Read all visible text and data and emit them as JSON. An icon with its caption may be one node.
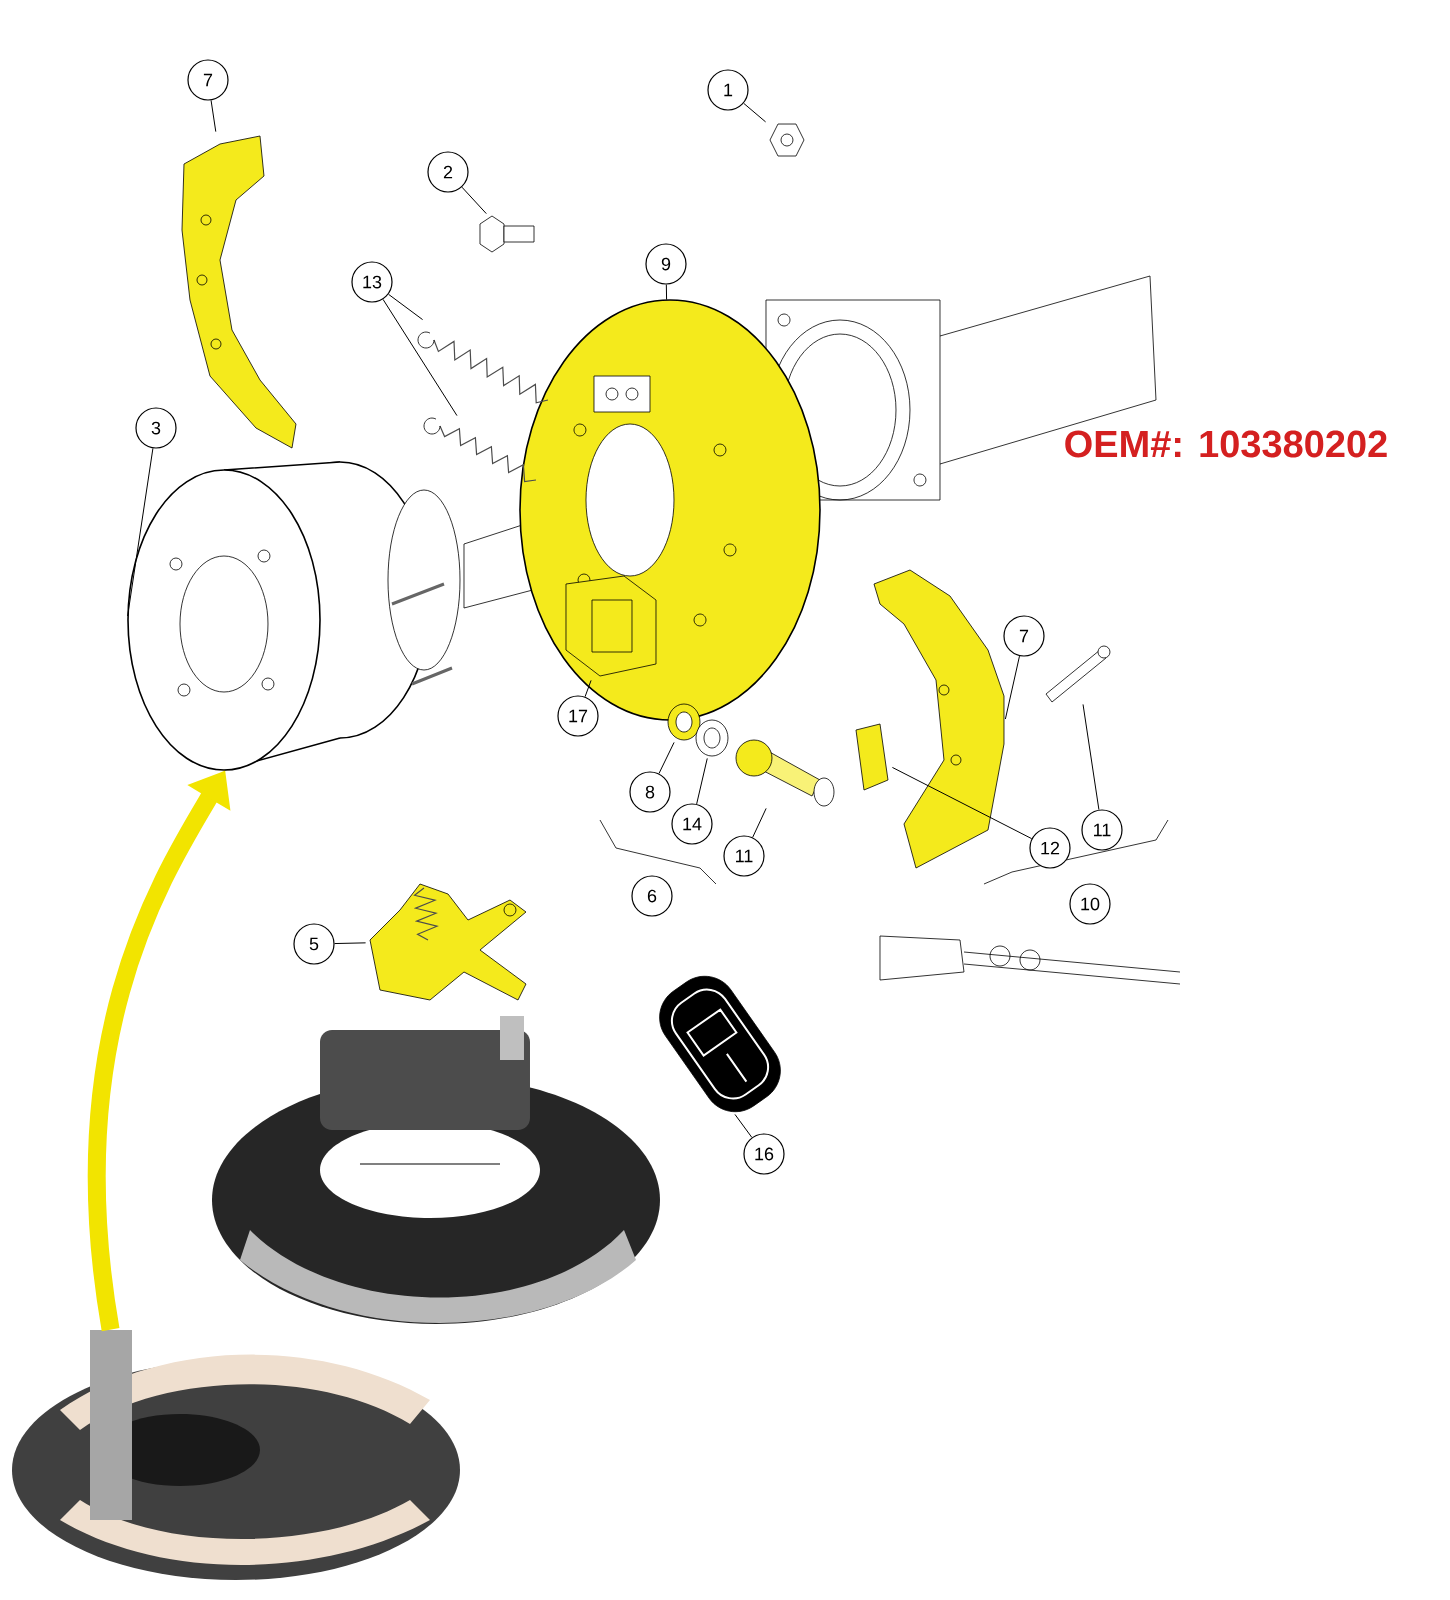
{
  "diagram": {
    "nodes": [
      {
        "text": [
          "1"
        ]
      },
      {
        "text": [],
        "shape": "picture"
      },
      {
        "text": [
          "7"
        ]
      },
      {
        "text": [],
        "shape": "picture"
      },
      {
        "text": [
          "2"
        ]
      },
      {
        "text": [],
        "shape": "picture"
      },
      {
        "text": [
          "9"
        ]
      },
      {
        "text": [],
        "shape": "picture"
      },
      {
        "text": [
          "13"
        ]
      },
      {
        "text": [],
        "shape": "picture"
      },
      {
        "text": [],
        "shape": "picture"
      },
      {
        "text": [
          "3"
        ]
      },
      {
        "text": [],
        "shape": "picture"
      },
      {
        "text": [
          "7"
        ]
      },
      {
        "text": [],
        "shape": "picture"
      },
      {
        "text": [
          "17"
        ]
      },
      {
        "text": [],
        "shape": "picture",
        "in": 7
      },
      {
        "text": [
          "11"
        ]
      },
      {
        "text": [],
        "shape": "picture"
      },
      {
        "text": [
          "8"
        ]
      },
      {
        "text": [],
        "shape": "picture"
      },
      {
        "text": [
          "14"
        ]
      },
      {
        "text": [],
        "shape": "picture"
      },
      {
        "text": [
          "11"
        ]
      },
      {
        "text": [],
        "shape": "picture"
      },
      {
        "text": [
          "12"
        ]
      },
      {
        "text": [],
        "shape": "picture"
      },
      {
        "text": [
          "6"
        ]
      },
      {
        "text": [
          "10"
        ]
      },
      {
        "text": [
          "5"
        ]
      },
      {
        "text": [],
        "shape": "picture"
      },
      {
        "text": [
          "16"
        ]
      },
      {
        "text": [],
        "shape": "picture"
      },
      {
        "text": [],
        "shape": "picture"
      }
    ],
    "edges": [
      {
        "from": 0,
        "to": 1,
        "arrow": "none"
      },
      {
        "from": 2,
        "to": 3,
        "arrow": "none"
      },
      {
        "from": 4,
        "to": 5,
        "arrow": "none"
      },
      {
        "from": 6,
        "to": 7,
        "arrow": "none"
      },
      {
        "from": 8,
        "to": 9,
        "arrow": "none"
      },
      {
        "from": 8,
        "to": 10,
        "arrow": "none"
      },
      {
        "from": 11,
        "to": 12,
        "arrow": "none"
      },
      {
        "from": 13,
        "to": 14,
        "arrow": "none"
      },
      {
        "from": 15,
        "to": 16,
        "arrow": "none"
      },
      {
        "from": 17,
        "to": 18,
        "arrow": "none"
      },
      {
        "from": 19,
        "to": 20,
        "arrow": "none"
      },
      {
        "from": 21,
        "to": 22,
        "arrow": "none"
      },
      {
        "from": 23,
        "to": 24,
        "arrow": "none"
      },
      {
        "from": 25,
        "to": 26,
        "arrow": "none"
      },
      {
        "from": 29,
        "to": 30,
        "arrow": "none"
      },
      {
        "from": 31,
        "to": 32,
        "arrow": "none"
      },
      {
        "from": 33,
        "to": 12,
        "arrow": "to",
        "style": "thick",
        "color": "#f2e400"
      }
    ],
    "labels": [
      "OEM#: 103380202"
    ]
  }
}
